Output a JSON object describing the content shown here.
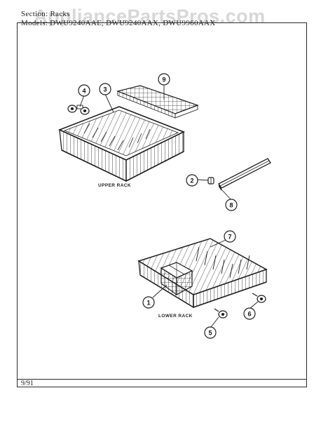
{
  "header": {
    "section_line": "Section: Racks",
    "model_line": "Models: DWU9240AAE, DWU9240AAX, DWU9960AAX"
  },
  "watermark": "AppliancePartsPros.com",
  "footer": {
    "date": "9/91"
  },
  "labels": {
    "upper_rack": "UPPER RACK",
    "lower_rack": "LOWER RACK"
  },
  "callouts": [
    {
      "id": "c1",
      "number": "1",
      "part": "basket"
    },
    {
      "id": "c2",
      "number": "2",
      "part": "end-cap"
    },
    {
      "id": "c3",
      "number": "3",
      "part": "upper-rack"
    },
    {
      "id": "c4",
      "number": "4",
      "part": "upper-roller"
    },
    {
      "id": "c5",
      "number": "5",
      "part": "lower-roller-left"
    },
    {
      "id": "c6",
      "number": "6",
      "part": "lower-roller-right"
    },
    {
      "id": "c7",
      "number": "7",
      "part": "lower-rack"
    },
    {
      "id": "c8",
      "number": "8",
      "part": "track"
    },
    {
      "id": "c9",
      "number": "9",
      "part": "cup-shelf"
    }
  ],
  "colors": {
    "line": "#1f1f1f",
    "background": "#ffffff",
    "watermark": "#969696"
  }
}
